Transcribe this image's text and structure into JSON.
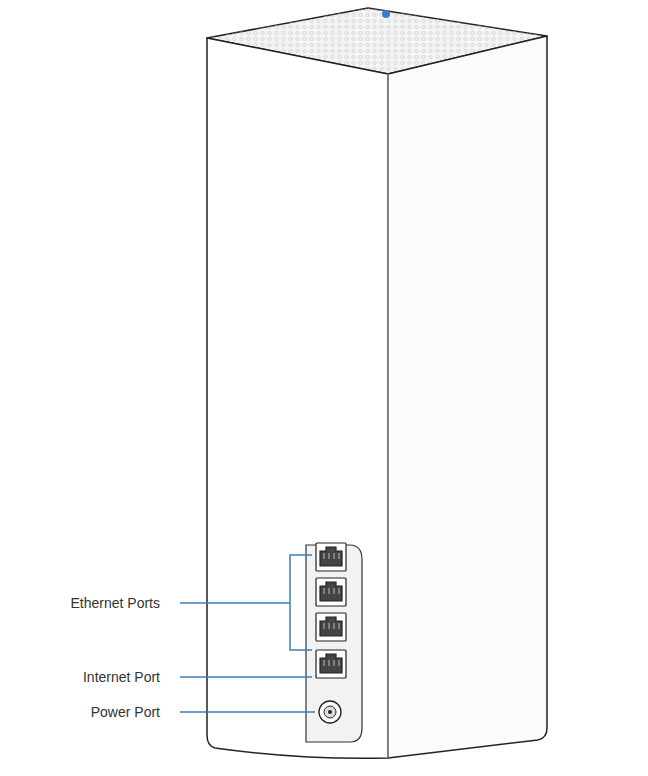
{
  "diagram": {
    "labels": [
      "Ethernet Ports",
      "Internet Port",
      "Power Port"
    ]
  }
}
